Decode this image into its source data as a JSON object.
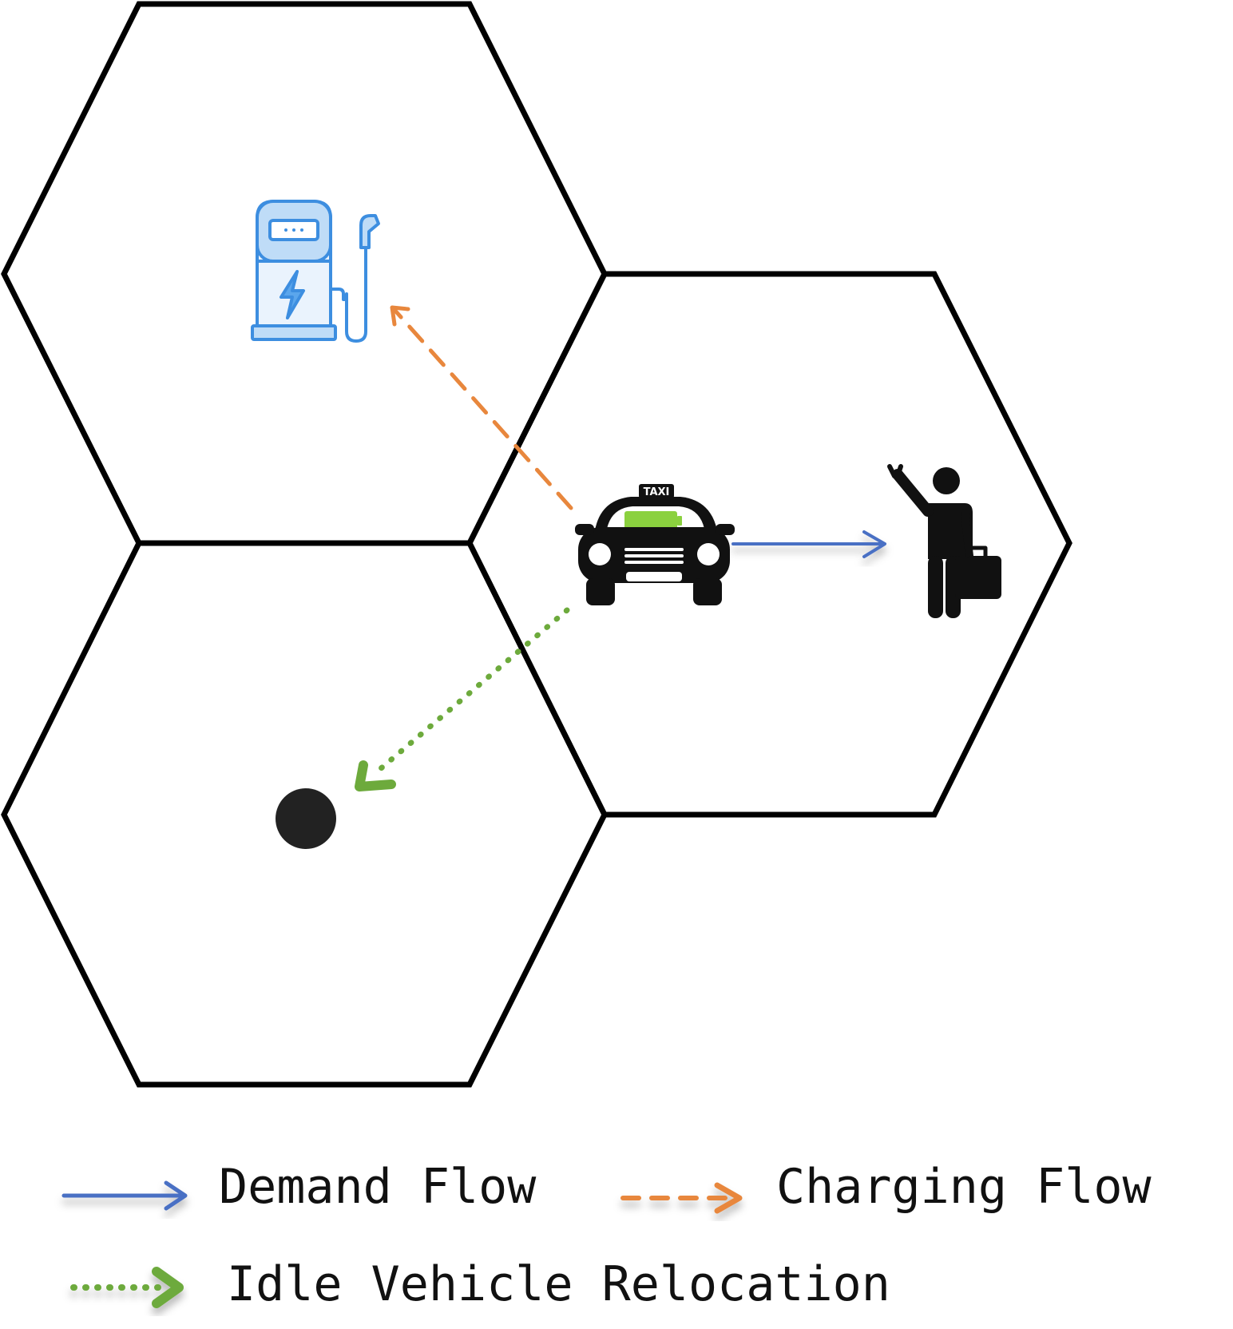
{
  "legend": {
    "demand_label": "Demand Flow",
    "charging_label": "Charging Flow",
    "idle_label": "Idle Vehicle Relocation"
  },
  "icons": {
    "taxi_sign": "TAXI",
    "station": "charging-station-icon",
    "vehicle": "taxi-icon",
    "passenger": "passenger-icon",
    "destination": "relocation-target-dot"
  },
  "colors": {
    "demand": "#4A6FC4",
    "charging": "#E8873D",
    "idle": "#6DAA3C",
    "station": "#3D8EE0",
    "battery": "#8BD13F",
    "hex": "#000000"
  }
}
